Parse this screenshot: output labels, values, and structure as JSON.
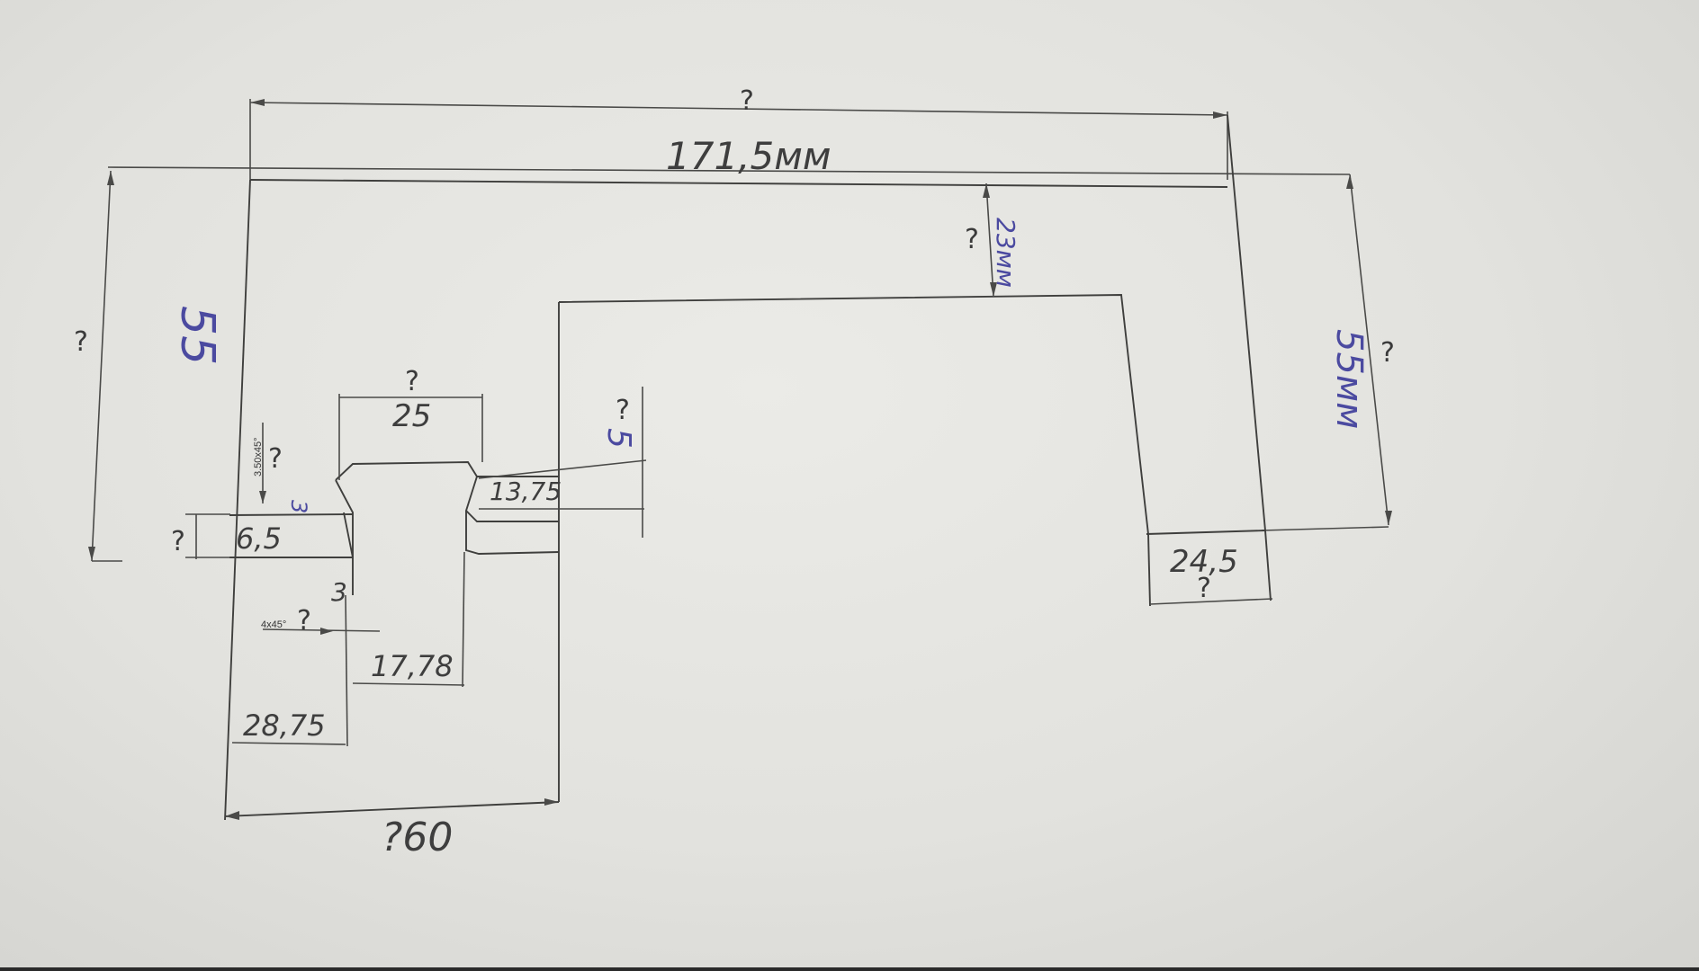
{
  "labels": {
    "q": "?",
    "top_width": "171,5мм",
    "height_23": "23мм",
    "right_height": "55мм",
    "left_height": "55",
    "top_slot": "25",
    "chamfer_top": "3.50x45°",
    "chamfer_bottom": "4x45°",
    "small_three_top": "3",
    "small_three_bottom": "3",
    "step_65": "6,5",
    "slot_1375": "13,75",
    "five": "5",
    "width_1778": "17,78",
    "width_2875": "28,75",
    "width_260": "?60",
    "foot_245": "24,5"
  },
  "colors": {
    "paper": "#e4e4e0",
    "pencil": "#444444",
    "ink": "#4b4aa0"
  }
}
